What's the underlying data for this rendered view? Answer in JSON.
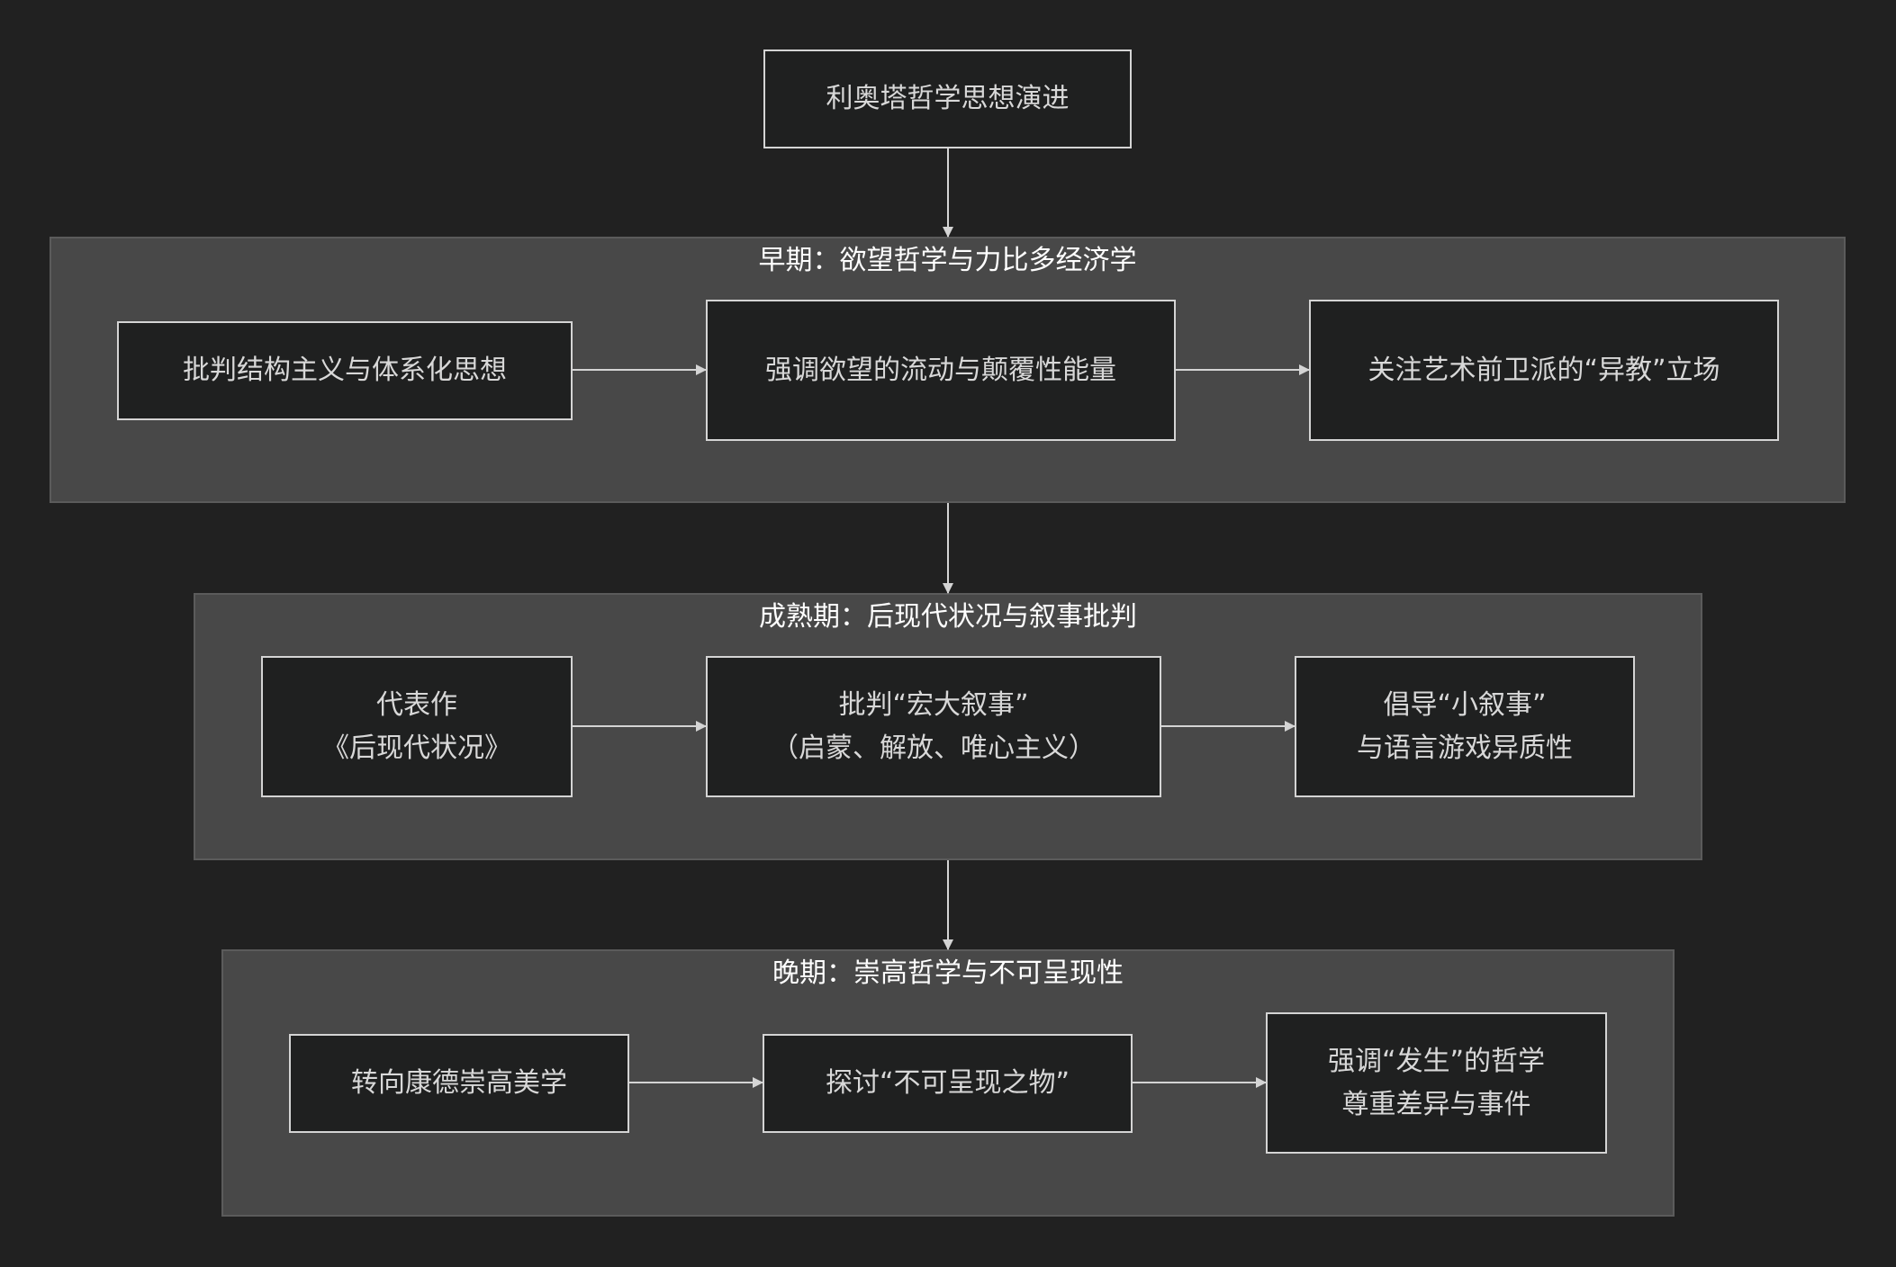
{
  "diagram": {
    "root": {
      "label": "利奥塔哲学思想演进"
    },
    "clusters": {
      "early": {
        "title": "早期：欲望哲学与力比多经济学",
        "nodes": [
          {
            "label": "批判结构主义与体系化思想"
          },
          {
            "label": "强调欲望的流动与颠覆性能量"
          },
          {
            "label": "关注艺术前卫派的“异教”立场"
          }
        ]
      },
      "mature": {
        "title": "成熟期：后现代状况与叙事批判",
        "nodes": [
          {
            "label": "代表作\n《后现代状况》"
          },
          {
            "label": "批判“宏大叙事”\n（启蒙、解放、唯心主义）"
          },
          {
            "label": "倡导“小叙事”\n与语言游戏异质性"
          }
        ]
      },
      "late": {
        "title": "晚期：崇高哲学与不可呈现性",
        "nodes": [
          {
            "label": "转向康德崇高美学"
          },
          {
            "label": "探讨“不可呈现之物”"
          },
          {
            "label": "强调“发生”的哲学\n尊重差异与事件"
          }
        ]
      }
    },
    "colors": {
      "background": "#212121",
      "cluster_fill": "#484848",
      "cluster_border": "#5b5b5b",
      "node_fill": "#1f2020",
      "node_border": "#d4d4d4",
      "edge": "#d4d4d4",
      "text": "#d8d8d8",
      "title_text": "#ffffff"
    }
  }
}
